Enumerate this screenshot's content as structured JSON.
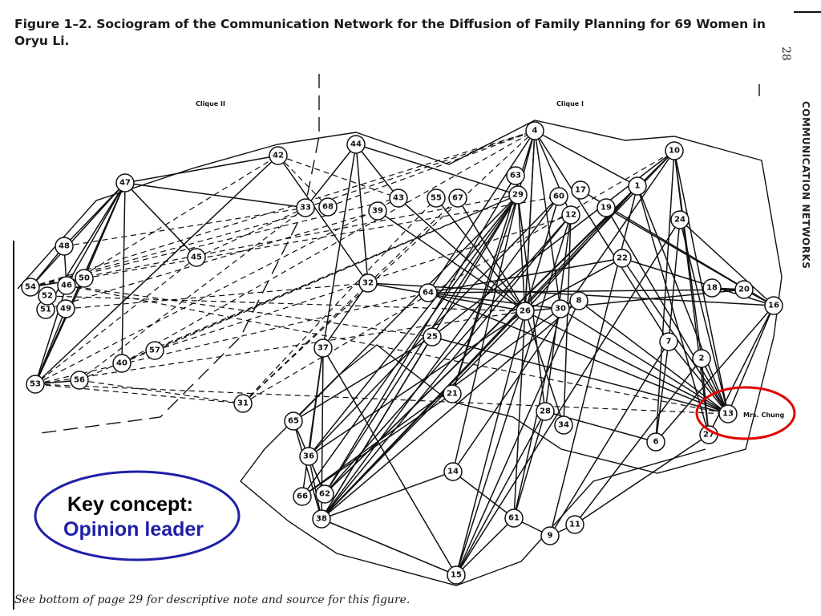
{
  "figure": {
    "caption": "Figure 1–2.  Sociogram of the Communication Network for the Diffusion of Family Planning for 69 Women in Oryu Li.",
    "footer": "See bottom of page 29 for descriptive note and source for this figure.",
    "page_number": "28",
    "running_head": "COMMUNICATION NETWORKS"
  },
  "cliques": {
    "clique_ii": "Clique II",
    "clique_i": "Clique I"
  },
  "highlight": {
    "name_label": "Mrs. Chung",
    "node": "13",
    "color": "#e00000"
  },
  "callout": {
    "title": "Key concept:",
    "term": "Opinion leader",
    "border_color": "#1f1fa8",
    "term_color": "#1f1fa8"
  },
  "nodes": [
    "1",
    "2",
    "4",
    "6",
    "7",
    "8",
    "9",
    "10",
    "11",
    "12",
    "13",
    "14",
    "15",
    "16",
    "17",
    "18",
    "19",
    "20",
    "21",
    "22",
    "24",
    "25",
    "26",
    "27",
    "28",
    "29",
    "30",
    "31",
    "32",
    "33",
    "34",
    "36",
    "37",
    "38",
    "39",
    "40",
    "42",
    "43",
    "44",
    "45",
    "46",
    "47",
    "48",
    "49",
    "50",
    "51",
    "52",
    "53",
    "54",
    "55",
    "56",
    "57",
    "60",
    "61",
    "62",
    "63",
    "64",
    "65",
    "66",
    "67",
    "68"
  ]
}
